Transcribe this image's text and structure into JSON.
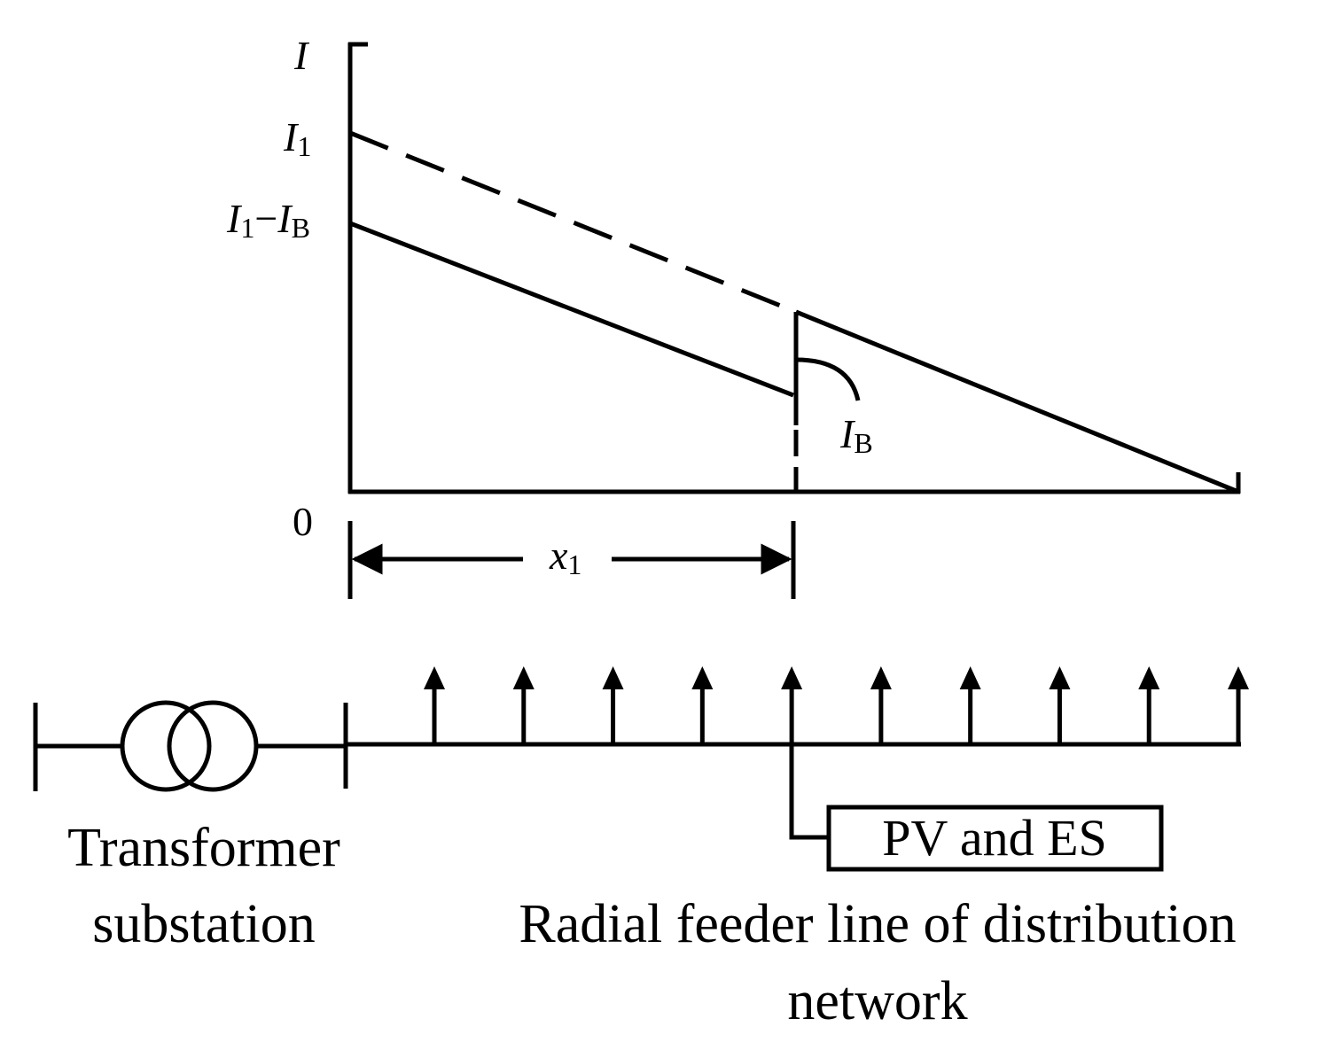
{
  "plot": {
    "y_axis_label": "I",
    "y_tick_top_main": "I",
    "y_tick_top_sub": "1",
    "y_tick_mid_main1": "I",
    "y_tick_mid_sub1": "1",
    "y_tick_mid_minus": "−",
    "y_tick_mid_main2": "I",
    "y_tick_mid_sub2": "B",
    "origin_label": "0",
    "step_label_main": "I",
    "step_label_sub": "B",
    "distance_label_main": "x",
    "distance_label_sub": "1"
  },
  "network": {
    "substation_label_line1": "Transformer",
    "substation_label_line2": "substation",
    "pv_es_box_label": "PV and ES",
    "feeder_label_line1": "Radial feeder line of distribution",
    "feeder_label_line2": "network",
    "load_count": 10
  }
}
